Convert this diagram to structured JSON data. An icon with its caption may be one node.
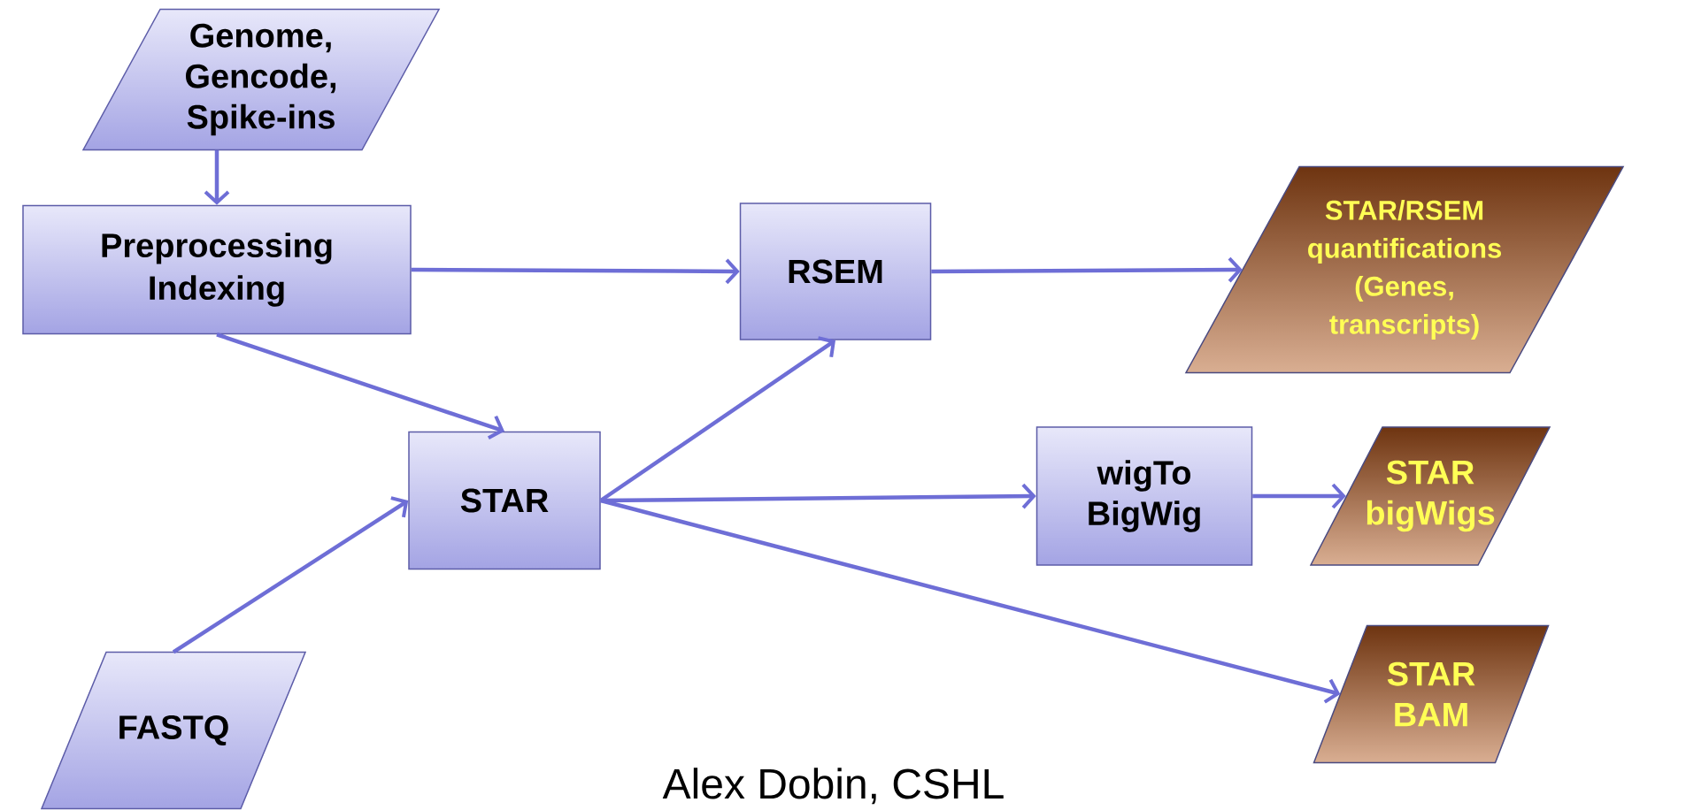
{
  "diagram": {
    "nodes": [
      {
        "text": [
          "Genome, Gencode, Spike-ins"
        ]
      },
      {
        "text": [
          "Preprocessing Indexing"
        ]
      },
      {
        "text": [
          "RSEM"
        ]
      },
      {
        "text": [
          "STAR/RSEM quantifications (Genes, transcripts)"
        ]
      },
      {
        "text": [
          "STAR"
        ]
      },
      {
        "text": [
          "wigTo BigWig"
        ]
      },
      {
        "text": [
          "STAR bigWigs"
        ]
      },
      {
        "text": [
          "FASTQ"
        ]
      },
      {
        "text": [
          "STAR BAM"
        ]
      }
    ],
    "edges": [
      {
        "from": 0,
        "to": 1,
        "arrow": "to"
      },
      {
        "from": 1,
        "to": 2,
        "arrow": "to"
      },
      {
        "from": 1,
        "to": 4,
        "arrow": "to"
      },
      {
        "from": 7,
        "to": 4,
        "arrow": "to"
      },
      {
        "from": 4,
        "to": 2,
        "arrow": "to"
      },
      {
        "from": 2,
        "to": 3,
        "arrow": "to"
      },
      {
        "from": 4,
        "to": 5,
        "arrow": "to"
      },
      {
        "from": 5,
        "to": 6,
        "arrow": "to"
      },
      {
        "from": 4,
        "to": 8,
        "arrow": "to"
      }
    ],
    "labels": [
      "Alex Dobin, CSHL"
    ]
  }
}
